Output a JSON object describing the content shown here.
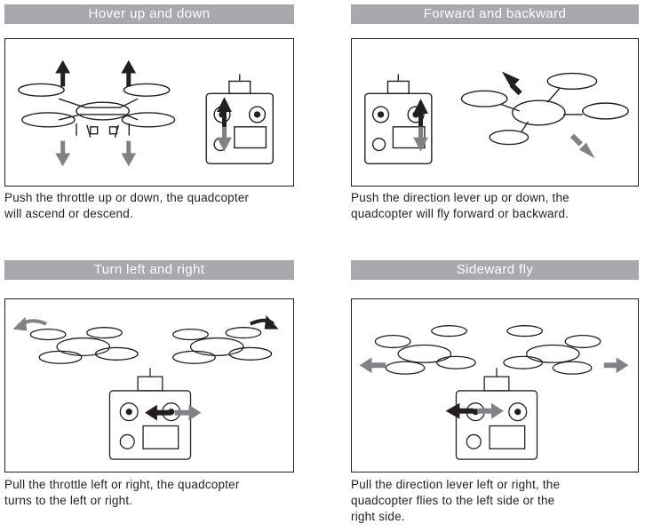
{
  "sections": [
    {
      "title": "Hover up and down",
      "caption_lines": [
        "Push the throttle up or down, the quadcopter",
        "will ascend or descend."
      ]
    },
    {
      "title": "Forward and backward",
      "caption_lines": [
        "Push the direction lever up or down, the",
        "quadcopter will fly forward or backward."
      ]
    },
    {
      "title": "Turn left and right",
      "caption_lines": [
        "Pull the throttle left or right, the quadcopter",
        "turns to the left or right."
      ]
    },
    {
      "title": "Sideward fly",
      "caption_lines": [
        "Pull the direction lever left or right, the",
        "quadcopter flies to the left side or the",
        "right side."
      ]
    }
  ]
}
